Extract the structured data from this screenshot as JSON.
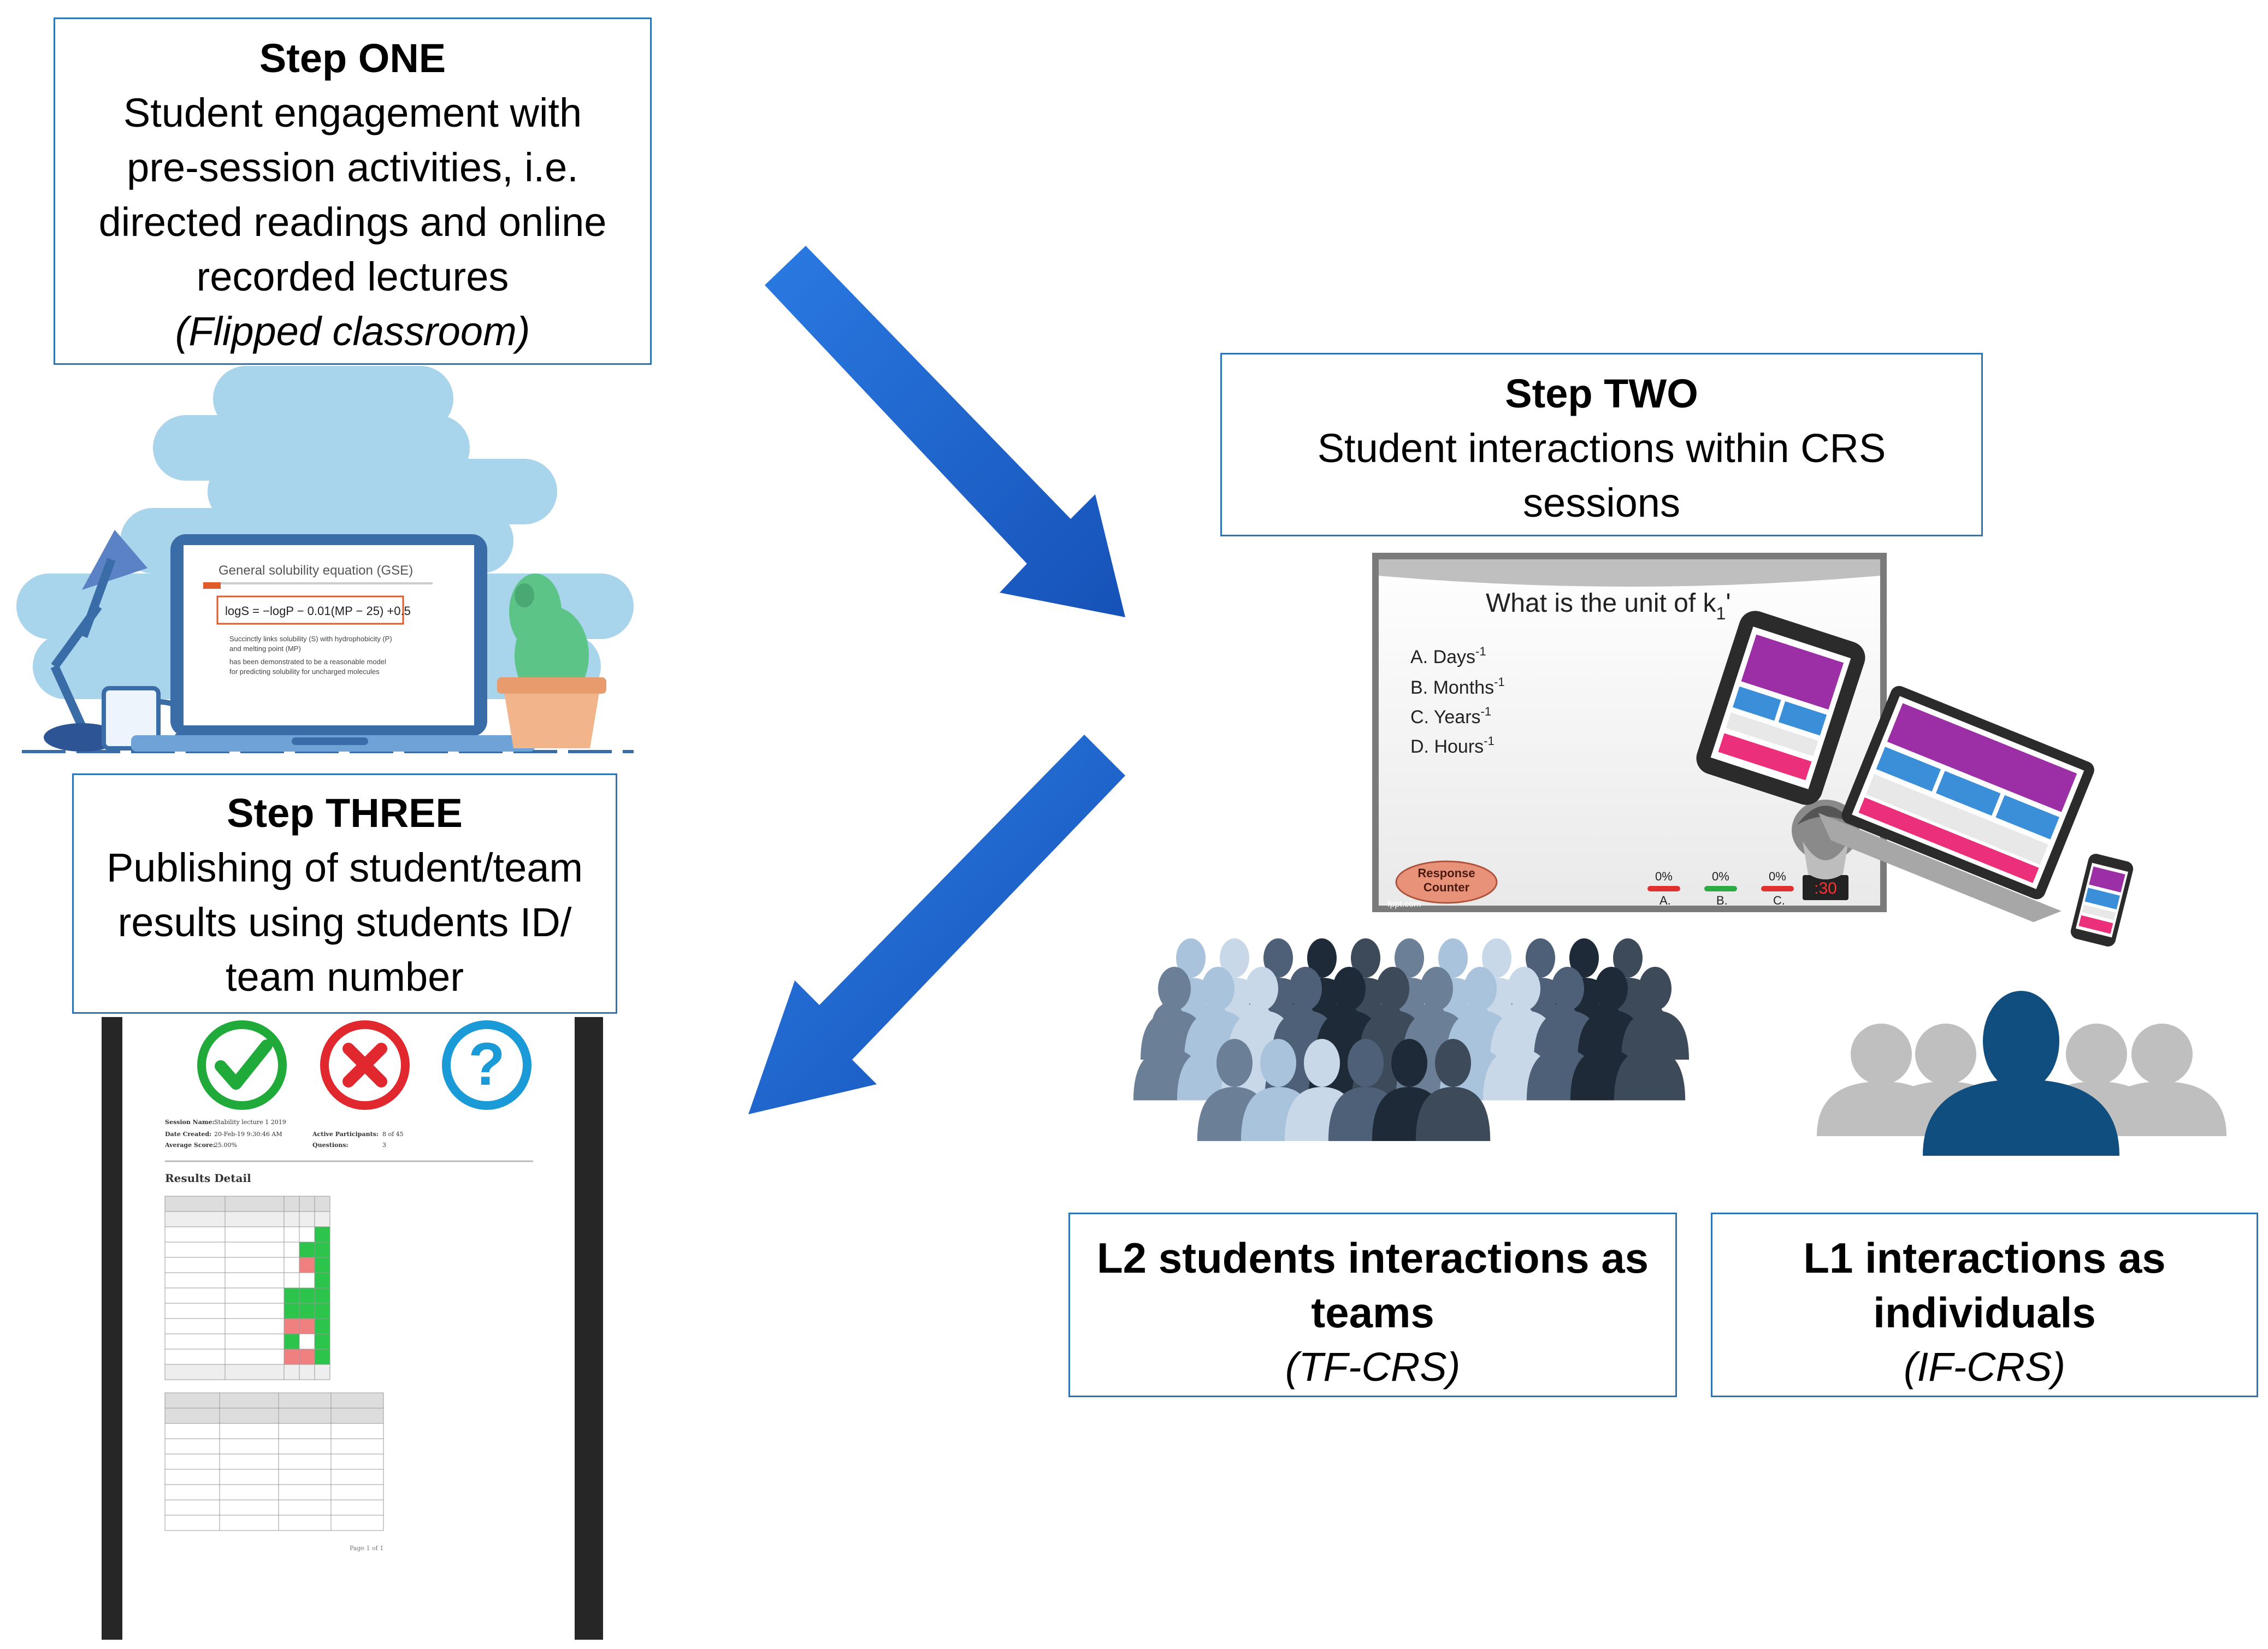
{
  "steps": {
    "one": {
      "title": "Step ONE",
      "line1": "Student engagement with",
      "line2": "pre-session activities, i.e.",
      "line3": "directed readings and online",
      "line4": "recorded lectures",
      "note": "(Flipped classroom)"
    },
    "two": {
      "title": "Step TWO",
      "line1": "Student interactions within CRS",
      "line2": "sessions"
    },
    "three": {
      "title": "Step THREE",
      "line1": "Publishing of student/team",
      "line2": "results using students ID/",
      "line3": "team number"
    }
  },
  "levels": {
    "l2": {
      "title_line1": "L2 students interactions as",
      "title_line2": "teams",
      "note": "(TF-CRS)"
    },
    "l1": {
      "title_line1": "L1 interactions as",
      "title_line2": "individuals",
      "note": "(IF-CRS)"
    }
  },
  "laptop_slide": {
    "title": "General solubility equation (GSE)",
    "equation": "logS = −logP − 0.01(MP − 25) +0.5",
    "bullet1": "Succinctly links solubility (S) with hydrophobicity (P)",
    "bullet1b": "and melting point (MP)",
    "bullet2": "has been demonstrated to be a reasonable model",
    "bullet2b": "for predicting solubility for uncharged molecules"
  },
  "quiz": {
    "question": "What is the unit of k",
    "sub": "1",
    "options": [
      "A. Days",
      "B. Months",
      "C. Years",
      "D. Hours"
    ],
    "sup": "-1",
    "counter": [
      "Response",
      "Counter"
    ],
    "percents": [
      "0%",
      "0%",
      "0%"
    ],
    "letters": [
      "A.",
      "B.",
      "C."
    ],
    "timer": ":30",
    "source": "fppt.com"
  },
  "report": {
    "session_name_label": "Session Name:",
    "session_name": "Stability lecture 1 2019",
    "date_label": "Date Created:",
    "date": "20-Feb-19 9:30:46 AM",
    "avg_label": "Average Score:",
    "avg": "25.00%",
    "participants_label": "Active Participants:",
    "participants": "8 of 45",
    "questions_label": "Questions:",
    "questions": "3",
    "results_heading": "Results Detail",
    "footer": "Page 1 of 1"
  },
  "colors": {
    "box_border": "#2e75b6",
    "arrow": "#1f63c9",
    "cloud": "#a8d4ec",
    "check": "#1faa3a",
    "cross": "#e0282e",
    "question": "#1a9ad6"
  }
}
